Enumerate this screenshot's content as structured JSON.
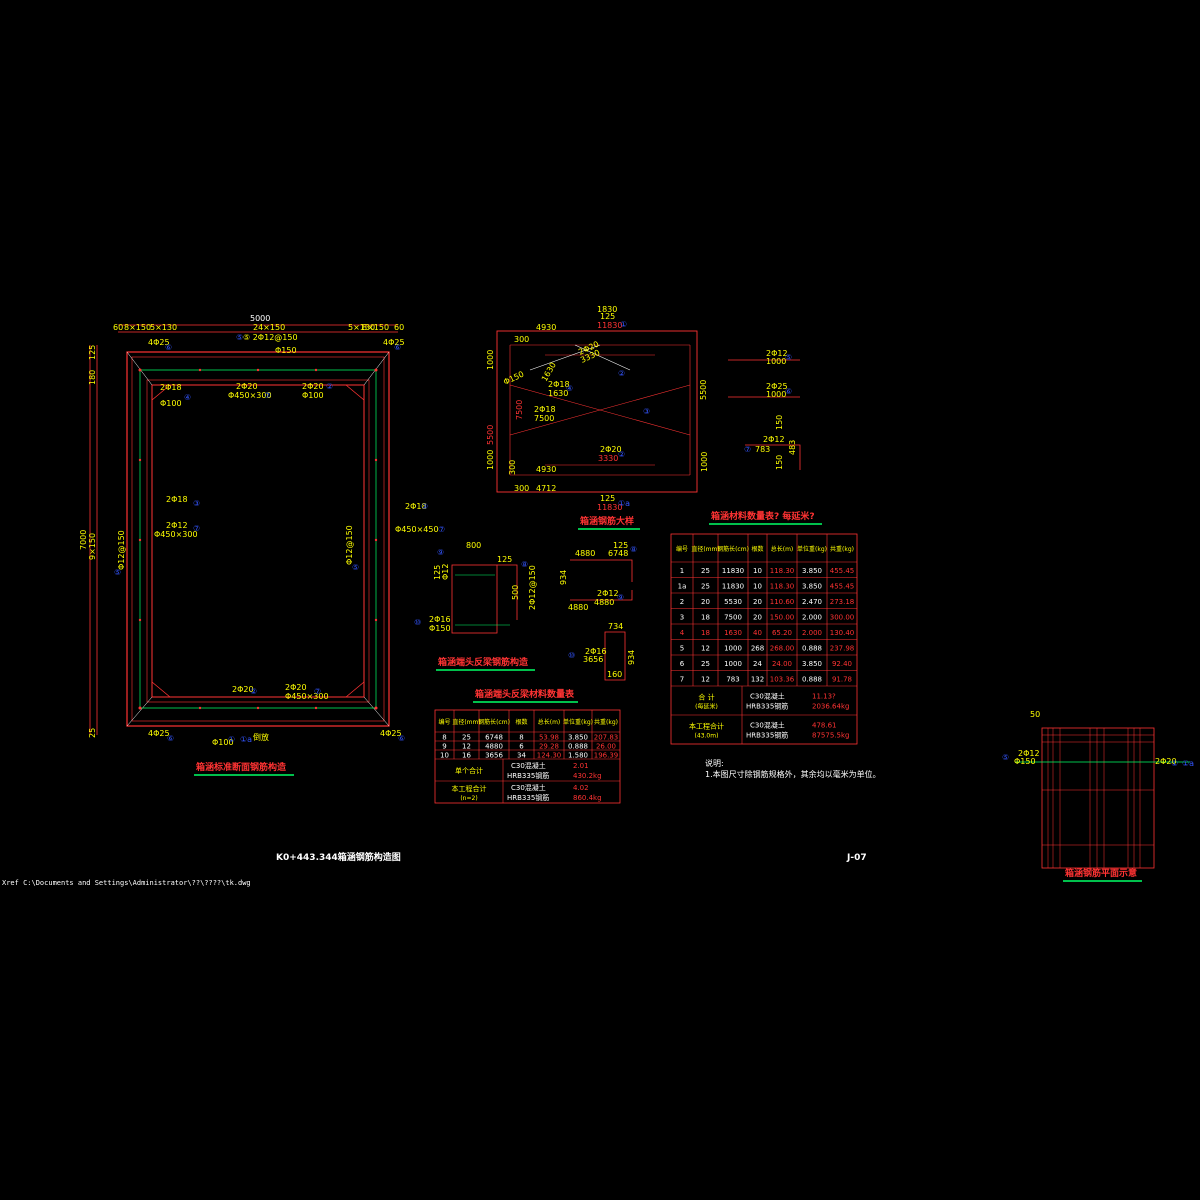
{
  "colors": {
    "background": "#000000",
    "outline": "#ff3333",
    "text": "#ffff00",
    "white": "#ffffff",
    "green": "#00ff66",
    "blue": "#3355ff",
    "cyan": "#00ffff"
  },
  "drawing": {
    "title": "K0+443.344箱涵钢筋构造图",
    "sheet_no": "J-07",
    "xref": "Xref C:\\Documents and Settings\\Administrator\\??\\????\\tk.dwg"
  },
  "section_view": {
    "title": "箱涵标准断面钢筋构造",
    "top_dims": [
      "5000",
      "60",
      "8×150",
      "5×130",
      "24×150",
      "5×130",
      "8×150",
      "60"
    ],
    "left_dims": [
      "7000",
      "125",
      "180",
      "9×150",
      "25"
    ],
    "labels": [
      "4Φ25",
      "⑤ 2Φ12@150",
      "Φ150",
      "4Φ25",
      "2Φ20",
      "Φ450×300",
      "2Φ20",
      "Φ100",
      "2Φ18",
      "Φ100",
      "2Φ18",
      "2Φ12",
      "Φ450×300",
      "2Φ18",
      "Φ450×450",
      "Φ12@150",
      "Φ12@150",
      "2Φ20",
      "2Φ20",
      "Φ450×300",
      "4Φ25",
      "Φ100",
      "4Φ25"
    ],
    "callouts": [
      "⑥",
      "⑤",
      "⑥",
      "④",
      "⑦",
      "②",
      "③",
      "⑦",
      "③",
      "⑦",
      "⑤",
      "⑤",
      "②",
      "⑦",
      "⑥",
      "①",
      "①a",
      "⑥"
    ],
    "note": "倒放"
  },
  "rebar_detail": {
    "title": "箱涵钢筋大样",
    "labels": [
      "4930",
      "125",
      "11830",
      "1830",
      "1000",
      "300",
      "2Φ20",
      "3330",
      "Φ150",
      "1630",
      "2Φ18",
      "1630",
      "5500",
      "5500",
      "7500",
      "2Φ18",
      "7500",
      "2Φ20",
      "3330",
      "4930",
      "300",
      "4712",
      "300",
      "1000",
      "1000",
      "11830",
      "125"
    ],
    "side_labels": [
      "2Φ12",
      "1000",
      "2Φ25",
      "1000",
      "2Φ12",
      "783",
      "483",
      "150",
      "150"
    ],
    "side_callouts": [
      "⑤",
      "⑥",
      "⑦"
    ]
  },
  "end_wall": {
    "title": "箱涵端头反梁钢筋构造",
    "labels": [
      "800",
      "125",
      "2Φ12@150",
      "2Φ16",
      "Φ150",
      "500",
      "125",
      "Φ12"
    ],
    "callouts": [
      "⑨",
      "⑧",
      "⑩"
    ]
  },
  "end_wall_detail": {
    "labels": [
      "4880",
      "125",
      "6748",
      "934",
      "2Φ12",
      "4880",
      "4880",
      "734",
      "934",
      "160",
      "2Φ16",
      "3656"
    ],
    "callouts": [
      "⑧",
      "⑨",
      "⑩"
    ]
  },
  "end_table": {
    "title": "箱涵端头反梁材料数量表",
    "headers": [
      "编号",
      "直径(mm)",
      "钢筋长(cm)",
      "根数",
      "总长(m)",
      "单位重(kg)",
      "共重(kg)"
    ],
    "rows": [
      [
        "8",
        "25",
        "6748",
        "8",
        "53.98",
        "3.850",
        "207.83"
      ],
      [
        "9",
        "12",
        "4880",
        "6",
        "29.28",
        "0.888",
        "26.00"
      ],
      [
        "10",
        "16",
        "3656",
        "34",
        "124.30",
        "1.580",
        "196.39"
      ]
    ],
    "subtotal_label": "单个合计",
    "subtotal_c30": "C30混凝土",
    "subtotal_c30_val": "2.01",
    "subtotal_hrb": "HRB335钢筋",
    "subtotal_hrb_val": "430.2kg",
    "total_label": "本工程合计",
    "total_sub": "(n=2)",
    "total_c30": "C30混凝土",
    "total_c30_val": "4.02",
    "total_hrb": "HRB335钢筋",
    "total_hrb_val": "860.4kg"
  },
  "main_table": {
    "title": "箱涵材料数量表? 每延米?",
    "headers": [
      "编号",
      "直径(mm)",
      "钢筋长(cm)",
      "根数",
      "总长(m)",
      "单位重(kg)",
      "共重(kg)"
    ],
    "rows": [
      [
        "1",
        "25",
        "11830",
        "10",
        "118.30",
        "3.850",
        "455.45"
      ],
      [
        "1a",
        "25",
        "11830",
        "10",
        "118.30",
        "3.850",
        "455.45"
      ],
      [
        "2",
        "20",
        "5530",
        "20",
        "110.60",
        "2.470",
        "273.18"
      ],
      [
        "3",
        "18",
        "7500",
        "20",
        "150.00",
        "2.000",
        "300.00"
      ],
      [
        "4",
        "18",
        "1630",
        "40",
        "65.20",
        "2.000",
        "130.40"
      ],
      [
        "5",
        "12",
        "1000",
        "268",
        "268.00",
        "0.888",
        "237.98"
      ],
      [
        "6",
        "25",
        "1000",
        "24",
        "24.00",
        "3.850",
        "92.40"
      ],
      [
        "7",
        "12",
        "783",
        "132",
        "103.36",
        "0.888",
        "91.78"
      ]
    ],
    "subtotal_label": "合 计",
    "subtotal_sub": "(每延米)",
    "subtotal_c30": "C30混凝土",
    "subtotal_c30_val": "11.13?",
    "subtotal_hrb": "HRB335钢筋",
    "subtotal_hrb_val": "2036.64kg",
    "total_label": "本工程合计",
    "total_sub": "(43.0m)",
    "total_c30": "C30混凝土",
    "total_c30_val": "478.61",
    "total_hrb": "HRB335钢筋",
    "total_hrb_val": "87575.5kg"
  },
  "notes": {
    "heading": "说明:",
    "line1": "1.本图尺寸除钢筋规格外，其余均以毫米为单位。"
  },
  "plan_view": {
    "title": "箱涵钢筋平面示意",
    "labels": [
      "50",
      "2Φ12",
      "Φ150",
      "2Φ20"
    ],
    "callouts": [
      "⑤",
      "①",
      "①a"
    ]
  }
}
